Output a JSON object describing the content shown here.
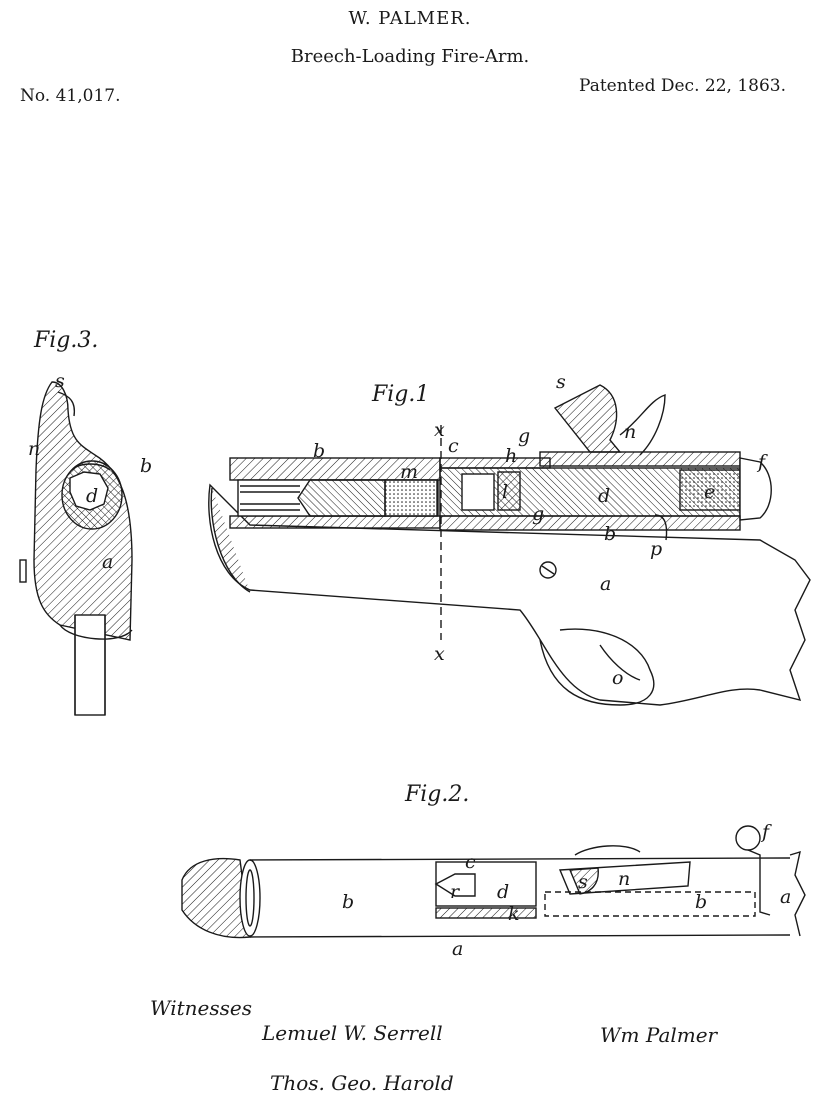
{
  "header": {
    "inventor": "W. PALMER.",
    "title": "Breech-Loading Fire-Arm.",
    "patent_number": "No. 41,017.",
    "patent_date": "Patented Dec. 22, 1863."
  },
  "figures": {
    "fig3": "Fig.3.",
    "fig1": "Fig.1",
    "fig2": "Fig.2."
  },
  "labels": {
    "fig3": [
      "s",
      "n",
      "b",
      "d",
      "a"
    ],
    "fig1": [
      "b",
      "x",
      "c",
      "m",
      "g",
      "h",
      "l",
      "d",
      "e",
      "f",
      "s",
      "n",
      "b",
      "p",
      "a",
      "o",
      "x",
      "g"
    ],
    "fig2": [
      "f",
      "c",
      "r",
      "d",
      "s",
      "n",
      "b",
      "b",
      "a",
      "a",
      "k"
    ]
  },
  "signatures": {
    "witnesses_label": "Witnesses",
    "witness_1": "Lemuel W. Serrell",
    "witness_2": "Thos. Geo. Harold",
    "inventor_signature": "Wm Palmer"
  },
  "colors": {
    "ink": "#1a1a1a",
    "paper": "#ffffff"
  }
}
